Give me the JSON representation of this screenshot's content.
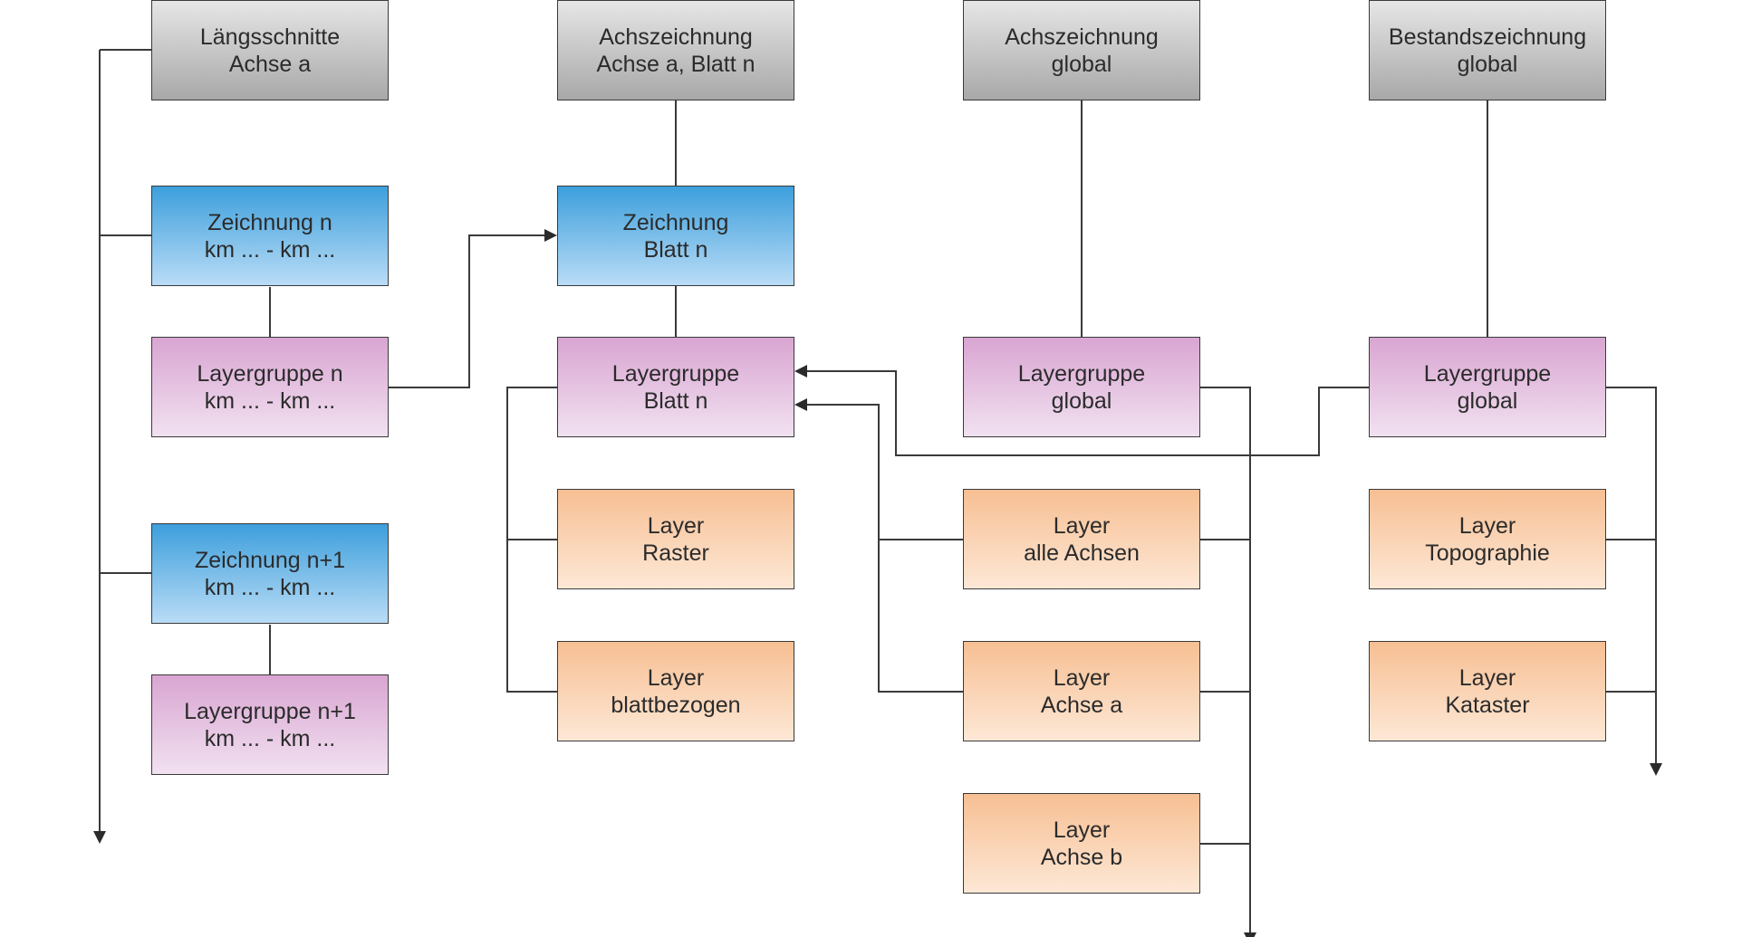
{
  "nodes": {
    "laengsschnitte": {
      "line1": "Längsschnitte",
      "line2": "Achse a"
    },
    "achszeichnung_blatt": {
      "line1": "Achszeichnung",
      "line2": "Achse a, Blatt n"
    },
    "achszeichnung_global": {
      "line1": "Achszeichnung",
      "line2": "global"
    },
    "bestandszeichnung_global": {
      "line1": "Bestandszeichnung",
      "line2": "global"
    },
    "zeichnung_n": {
      "line1": "Zeichnung n",
      "line2": "km ... - km ..."
    },
    "layergruppe_n": {
      "line1": "Layergruppe n",
      "line2": "km ... - km ..."
    },
    "zeichnung_n1": {
      "line1": "Zeichnung n+1",
      "line2": "km ... - km ..."
    },
    "layergruppe_n1": {
      "line1": "Layergruppe n+1",
      "line2": "km ... - km ..."
    },
    "zeichnung_blatt": {
      "line1": "Zeichnung",
      "line2": "Blatt n"
    },
    "layergruppe_blatt": {
      "line1": "Layergruppe",
      "line2": "Blatt n"
    },
    "layer_raster": {
      "line1": "Layer",
      "line2": "Raster"
    },
    "layer_blattbezogen": {
      "line1": "Layer",
      "line2": "blattbezogen"
    },
    "layergruppe_global_achs": {
      "line1": "Layergruppe",
      "line2": "global"
    },
    "layer_alle_achsen": {
      "line1": "Layer",
      "line2": "alle Achsen"
    },
    "layer_achse_a": {
      "line1": "Layer",
      "line2": "Achse a"
    },
    "layer_achse_b": {
      "line1": "Layer",
      "line2": "Achse b"
    },
    "layergruppe_global_bestand": {
      "line1": "Layergruppe",
      "line2": "global"
    },
    "layer_topographie": {
      "line1": "Layer",
      "line2": "Topographie"
    },
    "layer_kataster": {
      "line1": "Layer",
      "line2": "Kataster"
    }
  },
  "colors": {
    "drawing_root": "#a8a8a8",
    "drawing": "#3d9fdc",
    "layer_group": "#d9a5d2",
    "layer": "#f7bf93",
    "connector": "#3a3a3a"
  }
}
